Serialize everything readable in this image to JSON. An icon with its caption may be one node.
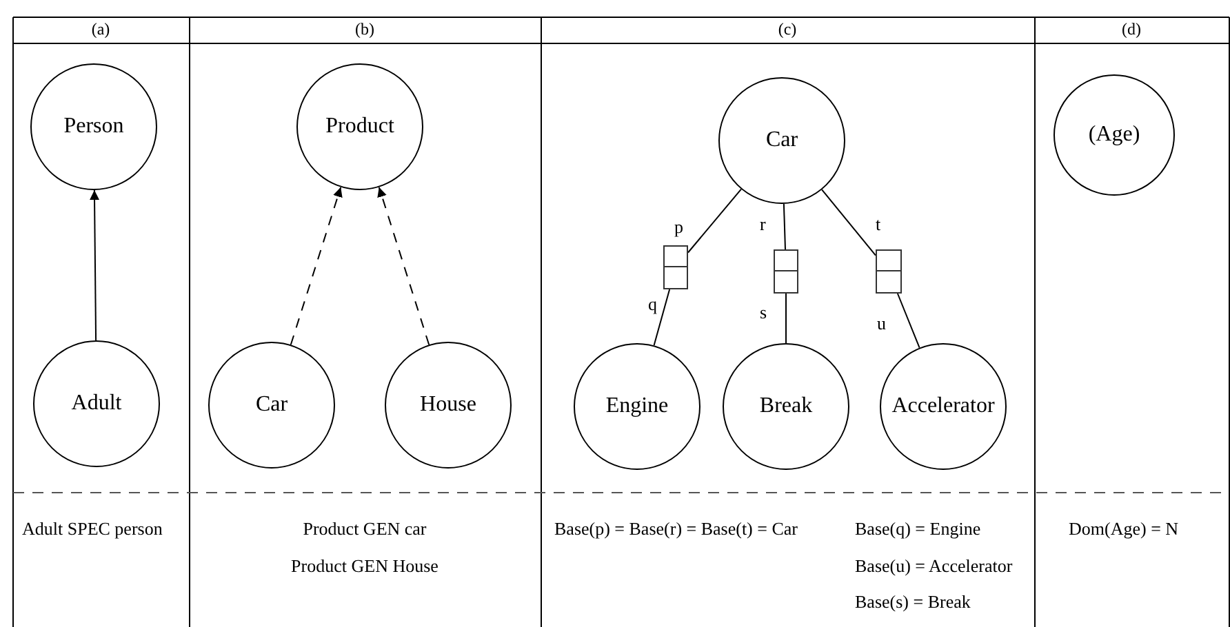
{
  "diagram": {
    "nodes": [
      {
        "text": [
          "Person"
        ]
      },
      {
        "text": [
          "Adult"
        ]
      },
      {
        "text": [
          "Product"
        ]
      },
      {
        "text": [
          "Car"
        ]
      },
      {
        "text": [
          "House"
        ]
      },
      {
        "text": [
          "Car"
        ]
      },
      {
        "text": [],
        "shape": "box"
      },
      {
        "text": [],
        "shape": "box"
      },
      {
        "text": [],
        "shape": "box"
      },
      {
        "text": [
          "Engine"
        ]
      },
      {
        "text": [
          "Break"
        ]
      },
      {
        "text": [
          "Accelerator"
        ]
      },
      {
        "text": [
          "(Age)"
        ]
      }
    ],
    "edges": [
      {
        "from": 1,
        "to": 0,
        "arrow": "to"
      },
      {
        "from": 3,
        "to": 2,
        "arrow": "to",
        "style": "dashed"
      },
      {
        "from": 4,
        "to": 2,
        "arrow": "to",
        "style": "dashed"
      },
      {
        "from": 5,
        "to": 6,
        "arrow": "none",
        "label": "p"
      },
      {
        "from": 6,
        "to": 9,
        "arrow": "none",
        "label": "q"
      },
      {
        "from": 5,
        "to": 7,
        "arrow": "none",
        "label": "r"
      },
      {
        "from": 7,
        "to": 10,
        "arrow": "none",
        "label": "s"
      },
      {
        "from": 5,
        "to": 8,
        "arrow": "none",
        "label": "t"
      },
      {
        "from": 8,
        "to": 11,
        "arrow": "none",
        "label": "u"
      }
    ],
    "labels": [
      "(a)",
      "(b)",
      "(c)",
      "(d)",
      "Adult SPEC person",
      "Product GEN car",
      "Base(p) = Base(r) = Base(t) = Car",
      "Base(q) = Engine",
      "Dom(Age) = N",
      "Product GEN House",
      "Base(u) = Accelerator",
      "Base(s) = Break"
    ]
  }
}
